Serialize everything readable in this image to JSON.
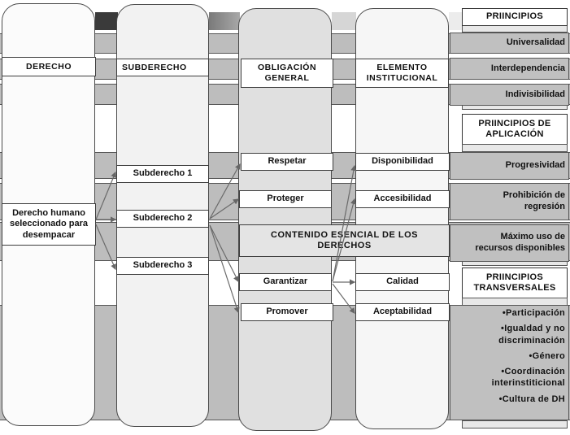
{
  "columns": {
    "derecho": {
      "header": "DERECHO",
      "item": "Derecho humano seleccionado para desempacar"
    },
    "subderecho": {
      "header": "SUBDERECHO",
      "items": [
        "Subderecho 1",
        "Subderecho 2",
        "Subderecho 3"
      ]
    },
    "obligacion": {
      "header": "OBLIGACIÓN GENERAL",
      "items": [
        "Respetar",
        "Proteger",
        "Garantizar",
        "Promover"
      ]
    },
    "elemento": {
      "header": "ELEMENTO INSTITUCIONAL",
      "items": [
        "Disponibilidad",
        "Accesibilidad",
        "Calidad",
        "Aceptabilidad"
      ]
    }
  },
  "contenido_esencial": "CONTENIDO ESENCIAL DE LOS DERECHOS",
  "principios": {
    "header": "PRIINCIPIOS",
    "items": [
      "Universalidad",
      "Interdependencia",
      "Indivisibilidad"
    ]
  },
  "principios_aplicacion": {
    "header": "PRIINCIPIOS DE APLICACIÓN",
    "items": [
      "Progresividad",
      "Prohibición de regresión",
      "Máximo uso de recursos disponibles"
    ]
  },
  "principios_transversales": {
    "header": "PRIINCIPIOS TRANSVERSALES",
    "items": [
      "•Participación",
      "•Igualdad y no discriminación",
      "•Género",
      "•Coordinación interinstiticional",
      "•Cultura de DH"
    ]
  },
  "colors": {
    "band_gray": "#bdbdbd",
    "top_dark": "#3a3a3a",
    "top_mid": "#8a8a8a",
    "top_light": "#d0d0d0"
  }
}
